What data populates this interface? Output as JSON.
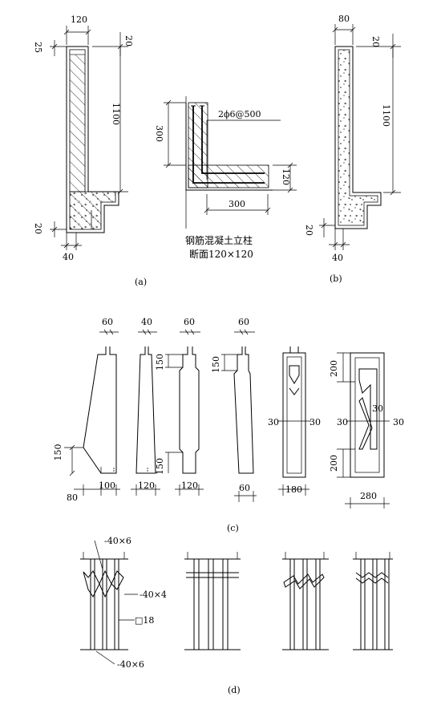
{
  "figure": {
    "panel_a": {
      "caption": "(a)",
      "dims": {
        "width_top": "120",
        "top_gap": "20",
        "left_top": "25",
        "height": "1100",
        "left_bottom": "20",
        "bottom": "40"
      }
    },
    "panel_detail": {
      "rebar_label": "2ϕ6@500",
      "left_dim": "300",
      "right_dim": "120",
      "bottom_dim": "300",
      "caption_line1": "钢筋混凝土立柱",
      "caption_line2": "断面120×120"
    },
    "panel_b": {
      "caption": "(b)",
      "dims": {
        "width_top": "80",
        "top_gap": "20",
        "height": "1100",
        "left_bottom": "20",
        "bottom": "40"
      }
    },
    "panel_c": {
      "caption": "(c)",
      "labels": [
        "60",
        "40",
        "60",
        "60",
        "150",
        "150",
        "150",
        "150",
        "100",
        "120",
        "120",
        "60",
        "80",
        "180",
        "280",
        "30",
        "30",
        "30",
        "30",
        "30",
        "200",
        "200"
      ]
    },
    "panel_d": {
      "caption": "(d)",
      "labels": {
        "top_bar": "-40×6",
        "mid_bar": "-40×4",
        "square_bar": "□18",
        "bottom_bar": "-40×6"
      }
    }
  }
}
